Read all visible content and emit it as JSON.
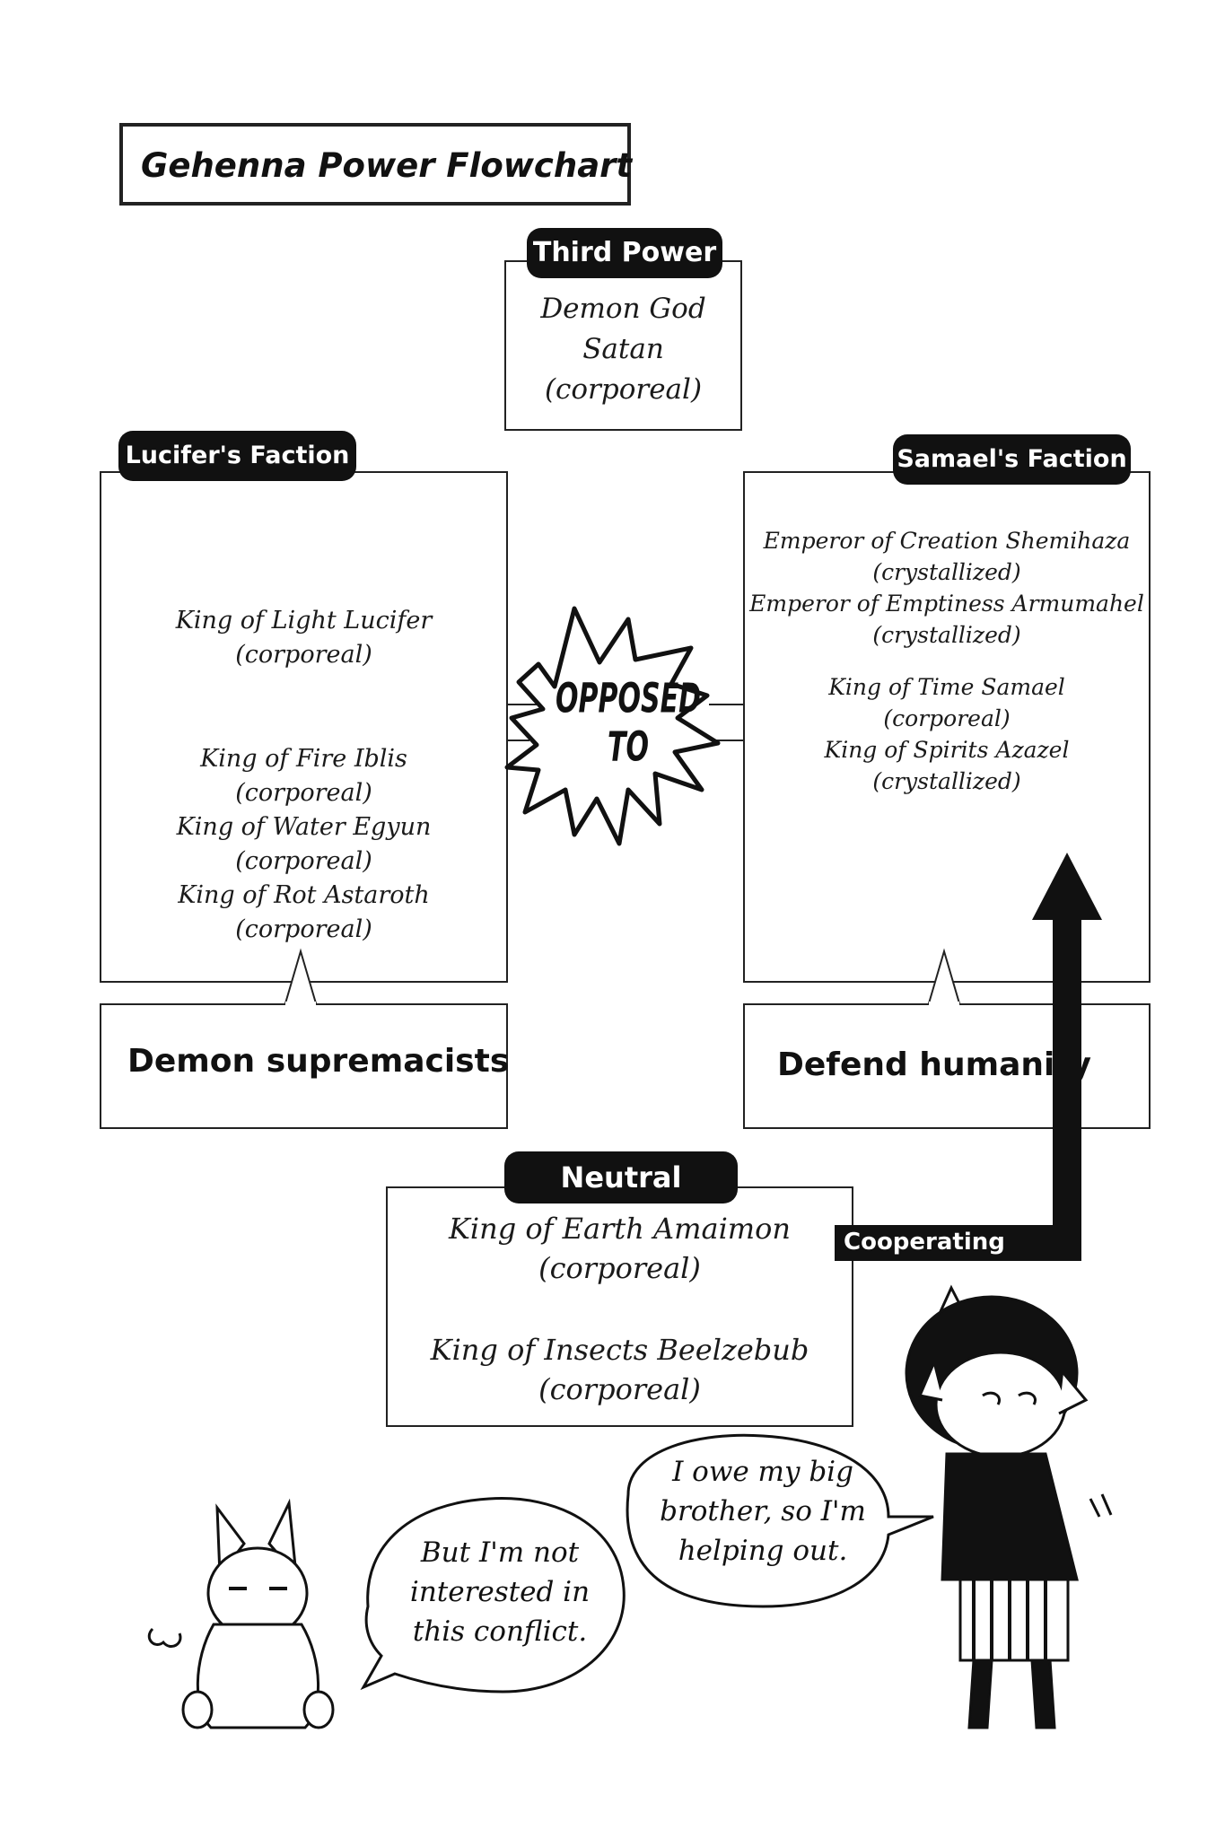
{
  "title": "Gehenna Power Flowchart",
  "third_power": {
    "label": "Third Power",
    "lines": [
      "Demon God",
      "Satan",
      "(corporeal)"
    ]
  },
  "lucifer_faction": {
    "label": "Lucifer's Faction",
    "members": [
      {
        "name": "King of Light Lucifer",
        "state": "(corporeal)"
      },
      {
        "name": "King of Fire Iblis",
        "state": "(corporeal)"
      },
      {
        "name": "King of Water Egyun",
        "state": "(corporeal)"
      },
      {
        "name": "King of Rot Astaroth",
        "state": "(corporeal)"
      }
    ],
    "stance": "Demon supremacists"
  },
  "samael_faction": {
    "label": "Samael's Faction",
    "members": [
      {
        "name": "Emperor of Creation Shemihaza",
        "state": "(crystallized)"
      },
      {
        "name": "Emperor of Emptiness Armumahel",
        "state": "(crystallized)"
      },
      {
        "name": "King of Time Samael",
        "state": "(corporeal)"
      },
      {
        "name": "King of Spirits Azazel",
        "state": "(crystallized)"
      }
    ],
    "stance": "Defend humanity"
  },
  "opposed": {
    "line1": "OPPOSED",
    "line2": "TO"
  },
  "neutral": {
    "label": "Neutral",
    "members": [
      {
        "name": "King of Earth Amaimon",
        "state": "(corporeal)"
      },
      {
        "name": "King of Insects Beelzebub",
        "state": "(corporeal)"
      }
    ]
  },
  "cooperating_label": "Cooperating",
  "speech": {
    "right": [
      "I owe my big",
      "brother, so I'm",
      "helping out."
    ],
    "left": [
      "But I'm not",
      "interested in",
      "this conflict."
    ]
  }
}
